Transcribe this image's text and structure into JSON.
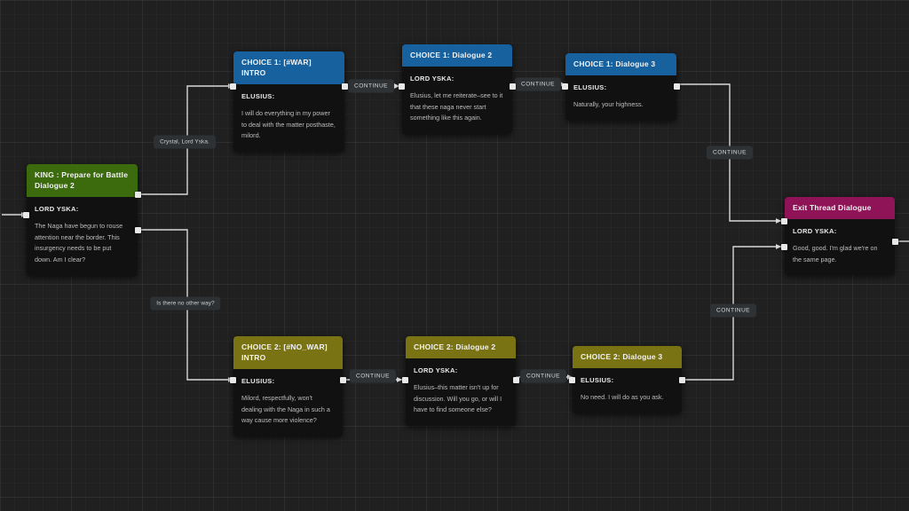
{
  "app": {
    "canvas_name": "dialogue-graph-canvas",
    "colors": {
      "background": "#202020",
      "node_body": "#111111",
      "header_green": "#3c6b0e",
      "header_blue": "#17619e",
      "header_olive": "#7a7313",
      "header_pink": "#8e1357",
      "edge": "#d8d8d8",
      "edge_label_bg": "#2f3235"
    }
  },
  "nodes": [
    {
      "id": "king-prepare-for-battle",
      "title": "KING : Prepare for Battle\nDialogue 2",
      "title_line_1": "KING : Prepare for Battle",
      "title_line_2": "Dialogue 2",
      "speaker": "LORD YSKA:",
      "text": "The Naga have begun to rouse attention near the border. This insurgency needs to be put down. Am I clear?",
      "color": "green"
    },
    {
      "id": "choice-1-war-intro",
      "title": "CHOICE 1: [#WAR] INTRO",
      "speaker": "ELUSIUS:",
      "text": "I will do everything in my power to deal with the matter posthaste, milord.",
      "color": "blue"
    },
    {
      "id": "choice-1-dialogue-2",
      "title": "CHOICE 1: Dialogue 2",
      "speaker": "LORD YSKA:",
      "text": "Elusius, let me reiterate–see to it that these naga never start something like this again.",
      "color": "blue"
    },
    {
      "id": "choice-1-dialogue-3",
      "title": "CHOICE 1: Dialogue 3",
      "speaker": "ELUSIUS:",
      "text": "Naturally, your highness.",
      "color": "blue"
    },
    {
      "id": "choice-2-no-war-intro",
      "title": "CHOICE 2: [#NO_WAR] INTRO",
      "speaker": "ELUSIUS:",
      "text": "Milord, respectfully, won't dealing with the Naga in such a way cause more violence?",
      "color": "olive"
    },
    {
      "id": "choice-2-dialogue-2",
      "title": "CHOICE 2: Dialogue 2",
      "speaker": "LORD YSKA:",
      "text": "Elusius–this matter isn't up for discussion. Will you go, or will I have to find someone else?",
      "color": "olive"
    },
    {
      "id": "choice-2-dialogue-3",
      "title": "CHOICE 2: Dialogue 3",
      "speaker": "ELUSIUS:",
      "text": "No need. I will do as you ask.",
      "color": "olive"
    },
    {
      "id": "exit-thread-dialogue",
      "title": "Exit Thread Dialogue",
      "speaker": "LORD YSKA:",
      "text": "Good, good. I'm glad we're on the same page.",
      "color": "pink"
    }
  ],
  "edge_labels": {
    "choice_1": "Crystal, Lord Yska.",
    "choice_2": "Is there no other way?",
    "continue_1": "CONTINUE",
    "continue_2": "CONTINUE",
    "continue_3": "CONTINUE",
    "continue_4": "CONTINUE",
    "continue_5": "CONTINUE",
    "continue_6": "CONTINUE"
  }
}
